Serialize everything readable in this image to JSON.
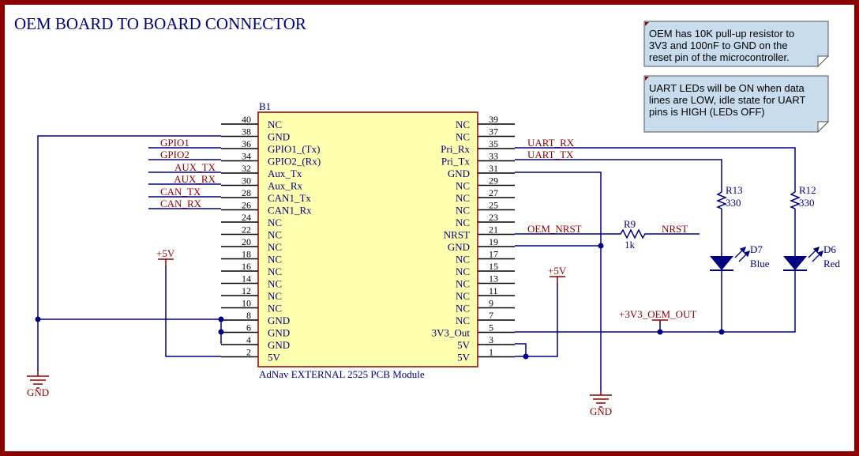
{
  "title": "OEM BOARD TO BOARD CONNECTOR",
  "notes": [
    {
      "lines": [
        "OEM has 10K pull-up resistor to",
        "3V3 and 100nF to GND on the",
        "reset pin of the microcontroller."
      ]
    },
    {
      "lines": [
        "UART LEDs will be ON when data",
        "lines are LOW, idle state for UART",
        "pins is HIGH (LEDs OFF)"
      ]
    }
  ],
  "module": {
    "designator": "B1",
    "caption": "AdNav EXTERNAL 2525 PCB Module",
    "left_pins": [
      {
        "num": "40",
        "name": "NC"
      },
      {
        "num": "38",
        "name": "GND"
      },
      {
        "num": "36",
        "name": "GPIO1_(Tx)"
      },
      {
        "num": "34",
        "name": "GPIO2_(Rx)"
      },
      {
        "num": "32",
        "name": "Aux_Tx"
      },
      {
        "num": "30",
        "name": "Aux_Rx"
      },
      {
        "num": "28",
        "name": "CAN1_Tx"
      },
      {
        "num": "26",
        "name": "CAN1_Rx"
      },
      {
        "num": "24",
        "name": "NC"
      },
      {
        "num": "22",
        "name": "NC"
      },
      {
        "num": "20",
        "name": "NC"
      },
      {
        "num": "18",
        "name": "NC"
      },
      {
        "num": "16",
        "name": "NC"
      },
      {
        "num": "14",
        "name": "NC"
      },
      {
        "num": "12",
        "name": "NC"
      },
      {
        "num": "10",
        "name": "NC"
      },
      {
        "num": "8",
        "name": "GND"
      },
      {
        "num": "6",
        "name": "GND"
      },
      {
        "num": "4",
        "name": "GND"
      },
      {
        "num": "2",
        "name": "5V"
      }
    ],
    "right_pins": [
      {
        "num": "39",
        "name": "NC"
      },
      {
        "num": "37",
        "name": "NC"
      },
      {
        "num": "35",
        "name": "Pri_Rx"
      },
      {
        "num": "33",
        "name": "Pri_Tx"
      },
      {
        "num": "31",
        "name": "GND"
      },
      {
        "num": "29",
        "name": "NC"
      },
      {
        "num": "27",
        "name": "NC"
      },
      {
        "num": "25",
        "name": "NC"
      },
      {
        "num": "23",
        "name": "NC"
      },
      {
        "num": "21",
        "name": "NRST"
      },
      {
        "num": "19",
        "name": "GND"
      },
      {
        "num": "17",
        "name": "NC"
      },
      {
        "num": "15",
        "name": "NC"
      },
      {
        "num": "13",
        "name": "NC"
      },
      {
        "num": "11",
        "name": "NC"
      },
      {
        "num": "9",
        "name": "NC"
      },
      {
        "num": "7",
        "name": "NC"
      },
      {
        "num": "5",
        "name": "3V3_Out"
      },
      {
        "num": "3",
        "name": "5V"
      },
      {
        "num": "1",
        "name": "5V"
      }
    ]
  },
  "nets": {
    "gpio1": "GPIO1",
    "gpio2": "GPIO2",
    "aux_tx": "AUX_TX",
    "aux_rx": "AUX_RX",
    "can_tx": "CAN_TX",
    "can_rx": "CAN_RX",
    "uart_rx": "UART_RX",
    "uart_tx": "UART_TX",
    "oem_nrst": "OEM_NRST",
    "nrst": "NRST",
    "v3v3_oem_out": "+3V3_OEM_OUT"
  },
  "power": {
    "left_5v": "+5V",
    "right_5v": "+5V",
    "left_gnd": "GND",
    "right_gnd": "GND"
  },
  "components": {
    "r9": {
      "ref": "R9",
      "value": "1k"
    },
    "r13": {
      "ref": "R13",
      "value": "330"
    },
    "r12": {
      "ref": "R12",
      "value": "330"
    },
    "d7": {
      "ref": "D7",
      "value": "Blue"
    },
    "d6": {
      "ref": "D6",
      "value": "Red"
    }
  },
  "colors": {
    "frame": "#8b0000",
    "wire": "#000080",
    "label": "#8b0000",
    "text": "#000080",
    "body_fill": "#ffffb0",
    "body_stroke": "#8b0000",
    "note_fill": "#c8dced"
  }
}
